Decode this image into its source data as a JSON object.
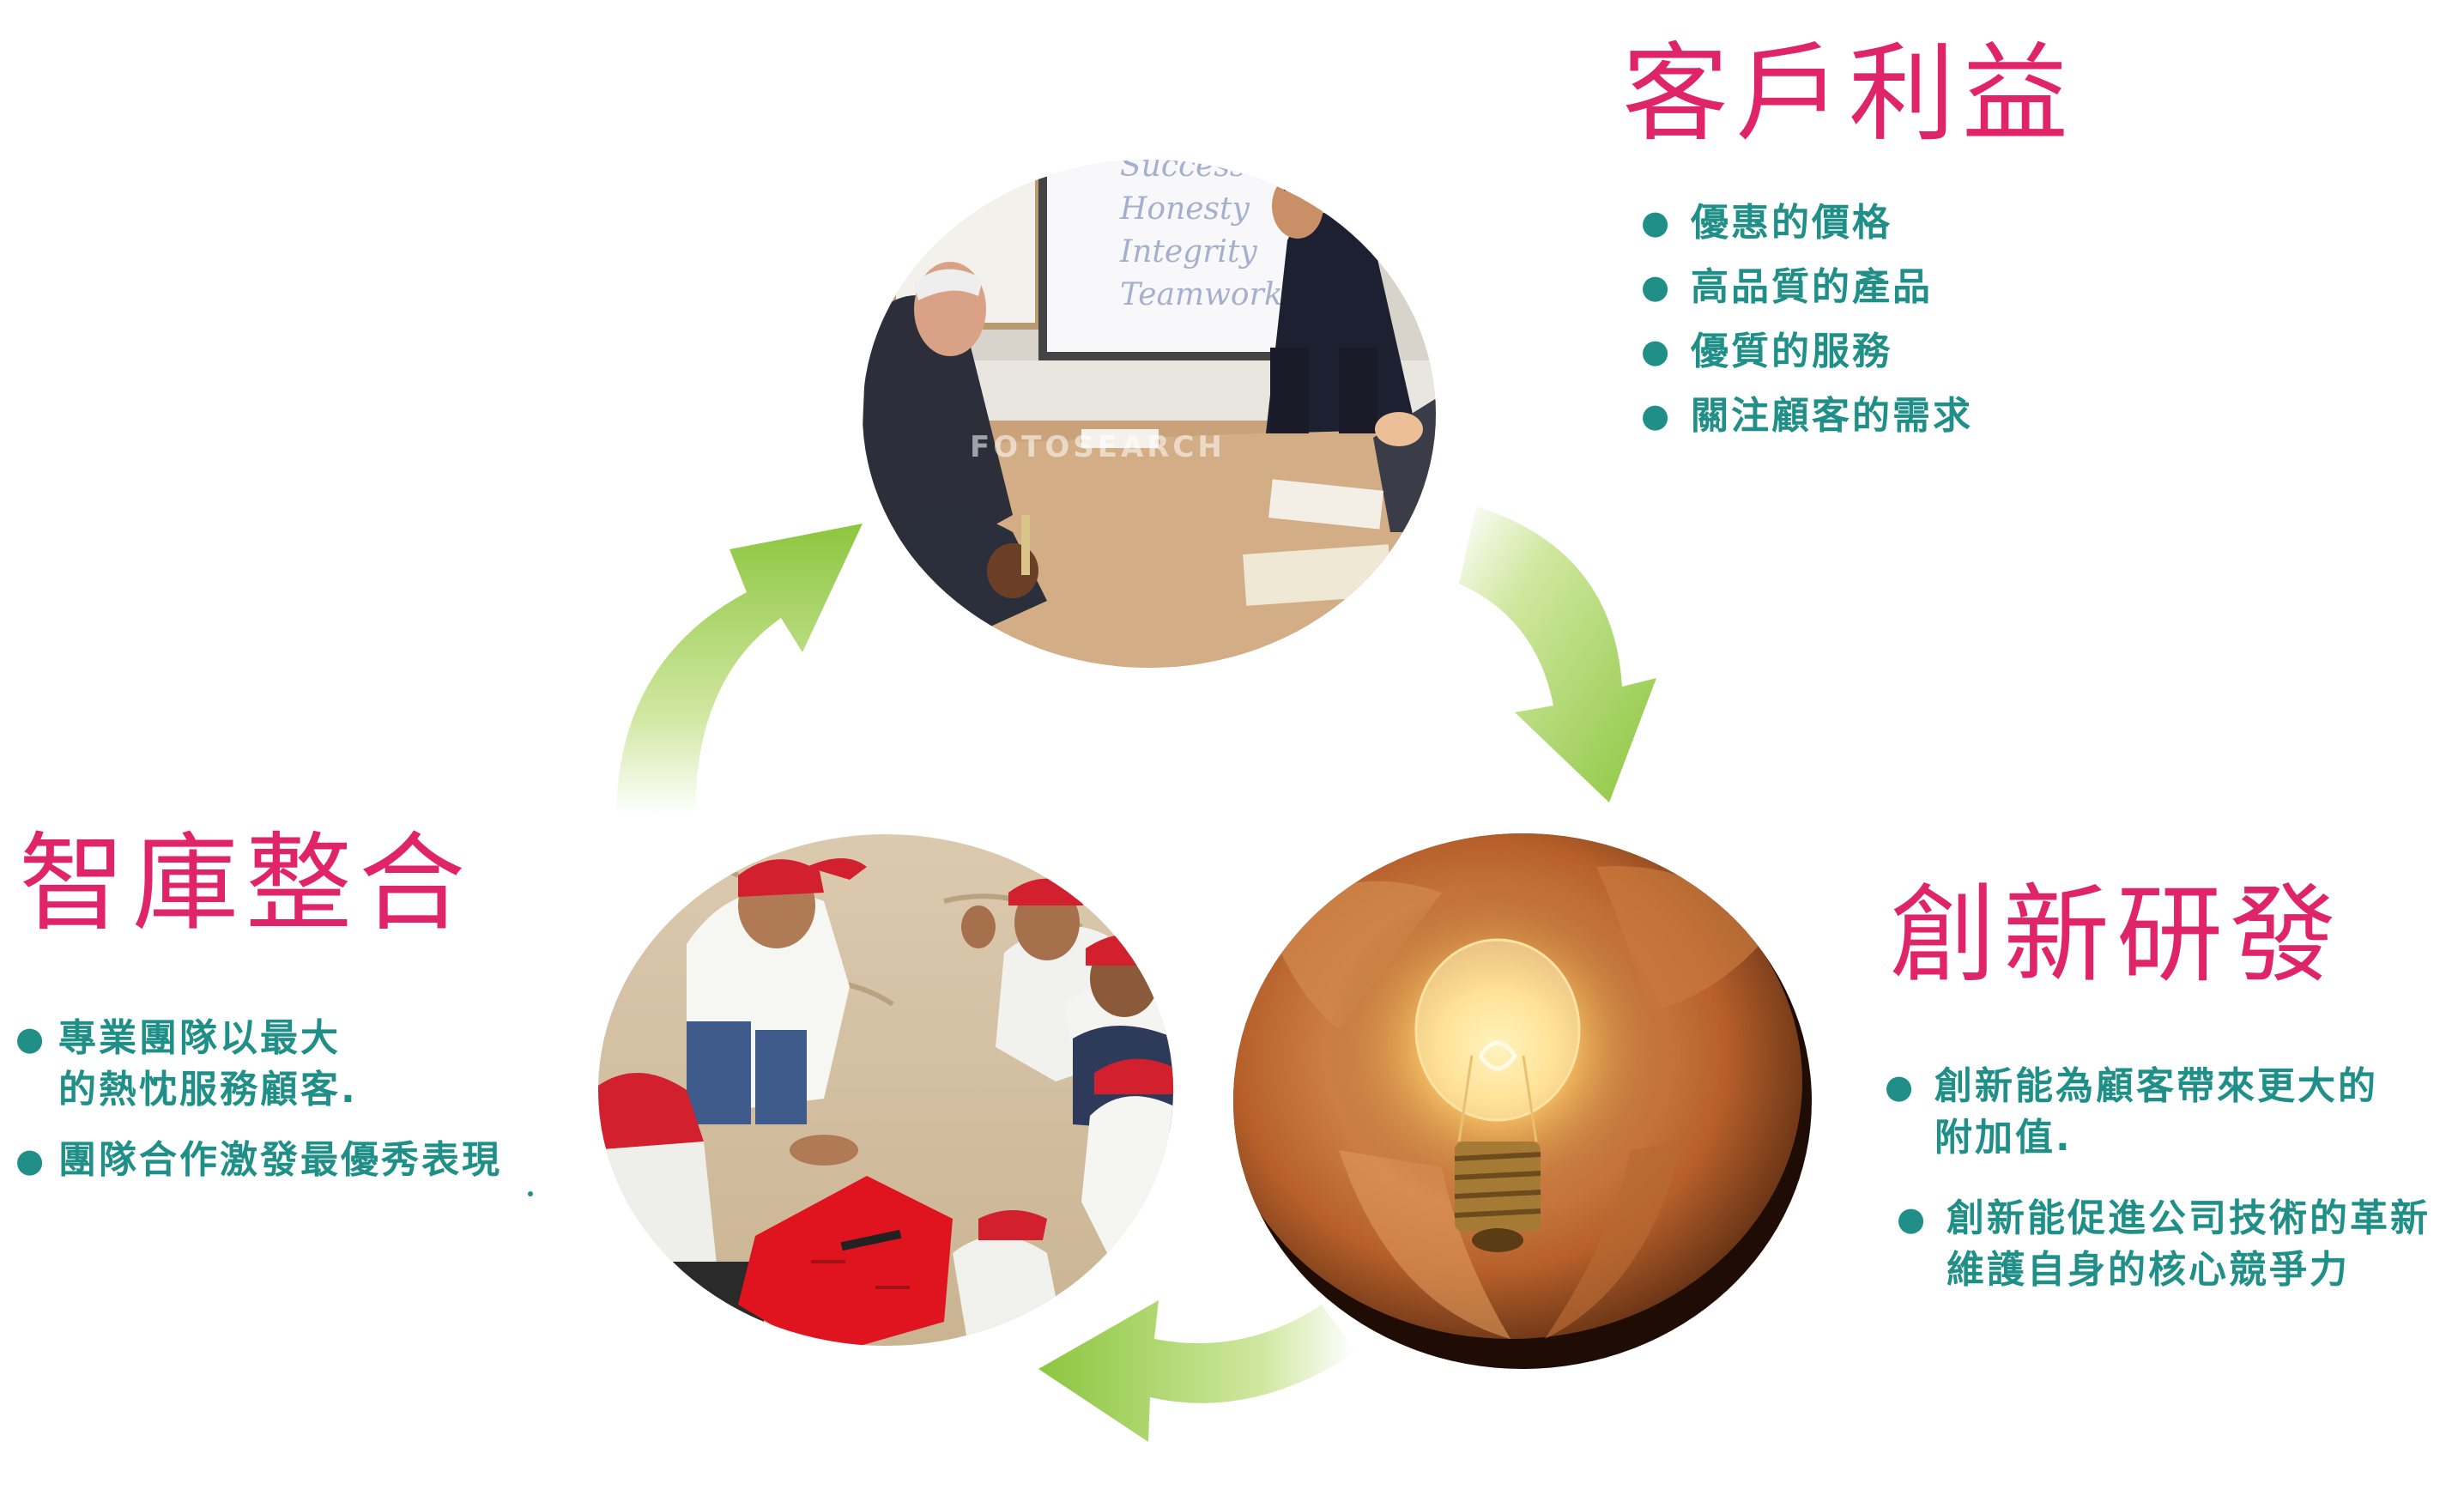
{
  "titles": {
    "customer": "客戶利益",
    "innovation": "創新研發",
    "think_tank": "智庫整合"
  },
  "customer_benefits": [
    "優惠的價格",
    "高品質的產品",
    "優質的服務",
    "關注顧客的需求"
  ],
  "innovation_points": [
    "創新能為顧客帶來更大的\n附加值.",
    "創新能促進公司技術的革新\n維護自身的核心競爭力"
  ],
  "think_tank_points": [
    "專業團隊以最大\n的熱忱服務顧客.",
    "團隊合作激發最優秀表現"
  ],
  "photo_text": {
    "whiteboard": [
      "Success",
      "Honesty",
      "Integrity",
      "Teamwork"
    ],
    "watermark": "FOTOSEARCH"
  },
  "colors": {
    "title": "#e0246a",
    "bullet_text": "#1f8f88",
    "arrow": "#8cc63f"
  },
  "icons": [
    "cycle-arrow-icon",
    "bullet-dot-icon"
  ]
}
